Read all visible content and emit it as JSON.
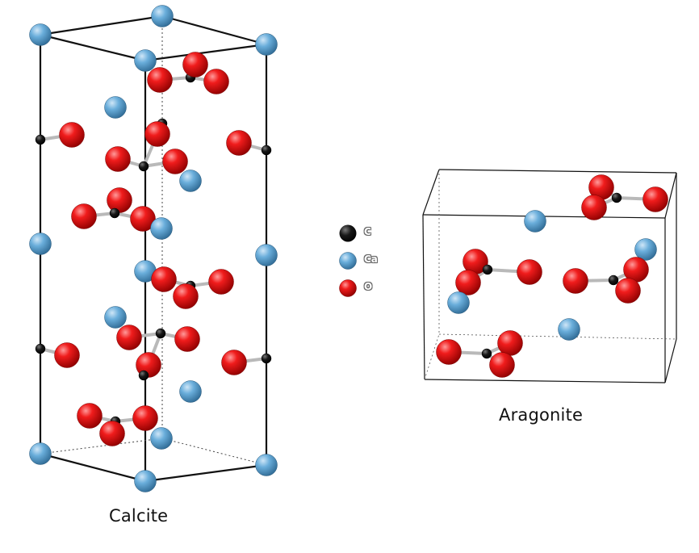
{
  "colors": {
    "carbon": "#111111",
    "calcium": "#5b9dc9",
    "oxygen": "#e01010",
    "bond": "#b9b9b9",
    "cell_edge": "#111111"
  },
  "legend": {
    "items": [
      {
        "element": "C",
        "label": "C",
        "atom": "carbon"
      },
      {
        "element": "Ca",
        "label": "Ca",
        "atom": "calcium"
      },
      {
        "element": "O",
        "label": "O",
        "atom": "oxygen"
      }
    ]
  },
  "structures": {
    "calcite": {
      "name": "Calcite"
    },
    "aragonite": {
      "name": "Aragonite"
    }
  }
}
